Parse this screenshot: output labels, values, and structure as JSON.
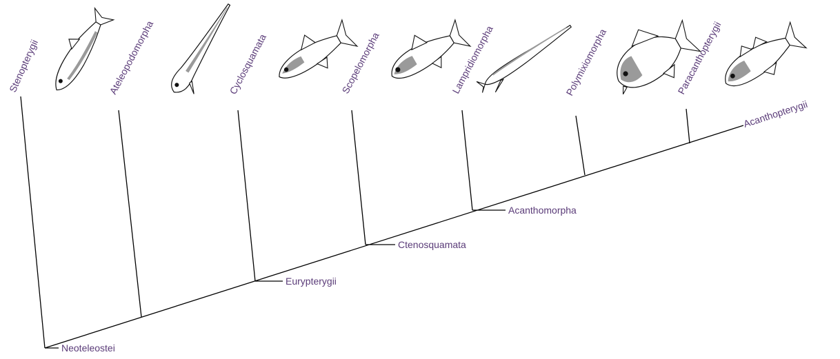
{
  "tree": {
    "root": "Neoteleostei",
    "internal_nodes": [
      "Eurypterygii",
      "Ctenosquamata",
      "Acanthomorpha"
    ],
    "tips": [
      {
        "name": "Stenopterygii",
        "icon": "fish-stenopterygii-icon"
      },
      {
        "name": "Ateleopodomorpha",
        "icon": "fish-ateleopodomorpha-icon"
      },
      {
        "name": "Cyclosquamata",
        "icon": "fish-cyclosquamata-icon"
      },
      {
        "name": "Scopelomorpha",
        "icon": "fish-scopelomorpha-icon"
      },
      {
        "name": "Lampridiomorpha",
        "icon": "fish-lampridiomorpha-icon"
      },
      {
        "name": "Polymixiomorpha",
        "icon": "fish-polymixiomorpha-icon"
      },
      {
        "name": "Paracanthopterygii",
        "icon": "fish-paracanthopterygii-icon"
      },
      {
        "name": "Acanthopterygii",
        "icon": ""
      }
    ]
  },
  "colors": {
    "label_text": "#5a3b78",
    "lines": "#000000",
    "fish_shade": "#9a9a9a"
  }
}
